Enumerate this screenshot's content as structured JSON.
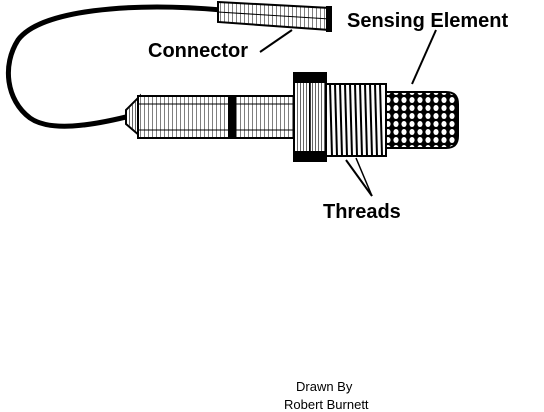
{
  "labels": {
    "connector": "Connector",
    "sensing_element": "Sensing Element",
    "threads": "Threads"
  },
  "credit": {
    "line1": "Drawn By",
    "line2": "Robert Burnett"
  },
  "colors": {
    "ink": "#000000",
    "paper": "#ffffff"
  }
}
